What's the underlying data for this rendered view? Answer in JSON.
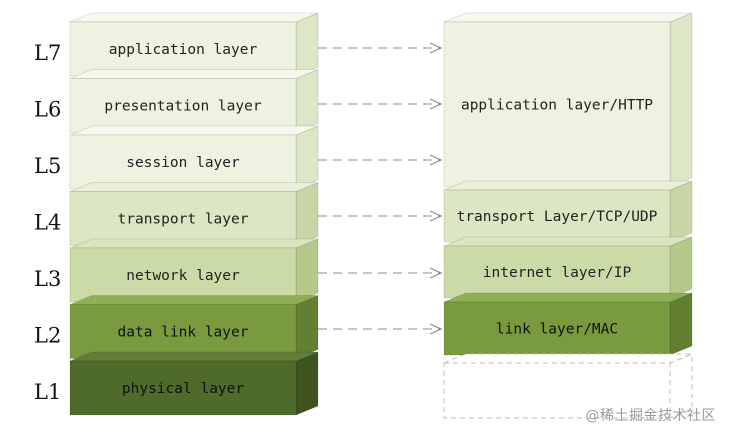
{
  "osi_layers": [
    {
      "num": "L7",
      "label": "application layer",
      "face": "#eef2e1",
      "top": "#f6f8ee",
      "side": "#dde6c6",
      "text": "#222222"
    },
    {
      "num": "L6",
      "label": "presentation layer",
      "face": "#eef2e1",
      "top": "#f6f8ee",
      "side": "#dde6c6",
      "text": "#222222"
    },
    {
      "num": "L5",
      "label": "session layer",
      "face": "#eef2e1",
      "top": "#f6f8ee",
      "side": "#dde6c6",
      "text": "#222222"
    },
    {
      "num": "L4",
      "label": "transport layer",
      "face": "#dce6c3",
      "top": "#e9efd9",
      "side": "#c8d6a6",
      "text": "#222222"
    },
    {
      "num": "L3",
      "label": "network layer",
      "face": "#cbdba8",
      "top": "#dae5c0",
      "side": "#b5c98b",
      "text": "#222222"
    },
    {
      "num": "L2",
      "label": "data link layer",
      "face": "#799a3f",
      "top": "#8fae55",
      "side": "#62802f",
      "text": "#111111"
    },
    {
      "num": "L1",
      "label": "physical layer",
      "face": "#4f6b2a",
      "top": "#617d36",
      "side": "#3e5520",
      "text": "#111111"
    }
  ],
  "tcpip_layers": [
    {
      "label": "application layer/HTTP",
      "face": "#eef2e1",
      "top": "#f6f8ee",
      "side": "#dde6c6",
      "text": "#222222"
    },
    {
      "label": "transport Layer/TCP/UDP",
      "face": "#dce6c3",
      "top": "#e9efd9",
      "side": "#c8d6a6",
      "text": "#222222"
    },
    {
      "label": "internet layer/IP",
      "face": "#cbdba8",
      "top": "#dae5c0",
      "side": "#b5c98b",
      "text": "#222222"
    },
    {
      "label": "link layer/MAC",
      "face": "#799a3f",
      "top": "#8fae55",
      "side": "#62802f",
      "text": "#111111"
    },
    {
      "label": "",
      "face": "#ffffff",
      "top": "#ffffff",
      "side": "#ffffff",
      "text": "#222222",
      "dashed": true
    }
  ],
  "arrow_color": "#8c8c8c",
  "watermark": "@稀土掘金技术社区"
}
